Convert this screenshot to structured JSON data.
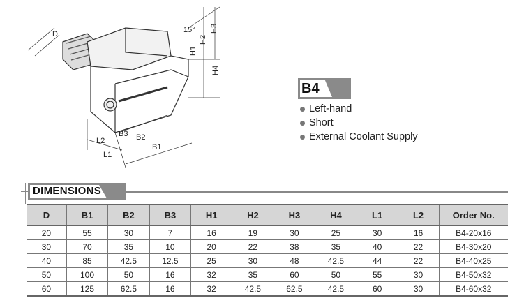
{
  "drawing": {
    "labels": {
      "D": "D",
      "angle": "15°",
      "H3": "H3",
      "H2": "H2",
      "H1": "H1",
      "H4": "H4",
      "L2": "L2",
      "B3": "B3",
      "B2": "B2",
      "B1": "B1",
      "L1": "L1"
    }
  },
  "product": {
    "code": "B4",
    "features": [
      "Left-hand",
      "Short",
      "External Coolant Supply"
    ]
  },
  "dimensions": {
    "title": "DIMENSIONS",
    "headers": [
      "D",
      "B1",
      "B2",
      "B3",
      "H1",
      "H2",
      "H3",
      "H4",
      "L1",
      "L2",
      "Order No."
    ],
    "rows": [
      [
        "20",
        "55",
        "30",
        "7",
        "16",
        "19",
        "30",
        "25",
        "30",
        "16",
        "B4-20x16"
      ],
      [
        "30",
        "70",
        "35",
        "10",
        "20",
        "22",
        "38",
        "35",
        "40",
        "22",
        "B4-30x20"
      ],
      [
        "40",
        "85",
        "42.5",
        "12.5",
        "25",
        "30",
        "48",
        "42.5",
        "44",
        "22",
        "B4-40x25"
      ],
      [
        "50",
        "100",
        "50",
        "16",
        "32",
        "35",
        "60",
        "50",
        "55",
        "30",
        "B4-50x32"
      ],
      [
        "60",
        "125",
        "62.5",
        "16",
        "32",
        "42.5",
        "62.5",
        "42.5",
        "60",
        "30",
        "B4-60x32"
      ]
    ]
  }
}
